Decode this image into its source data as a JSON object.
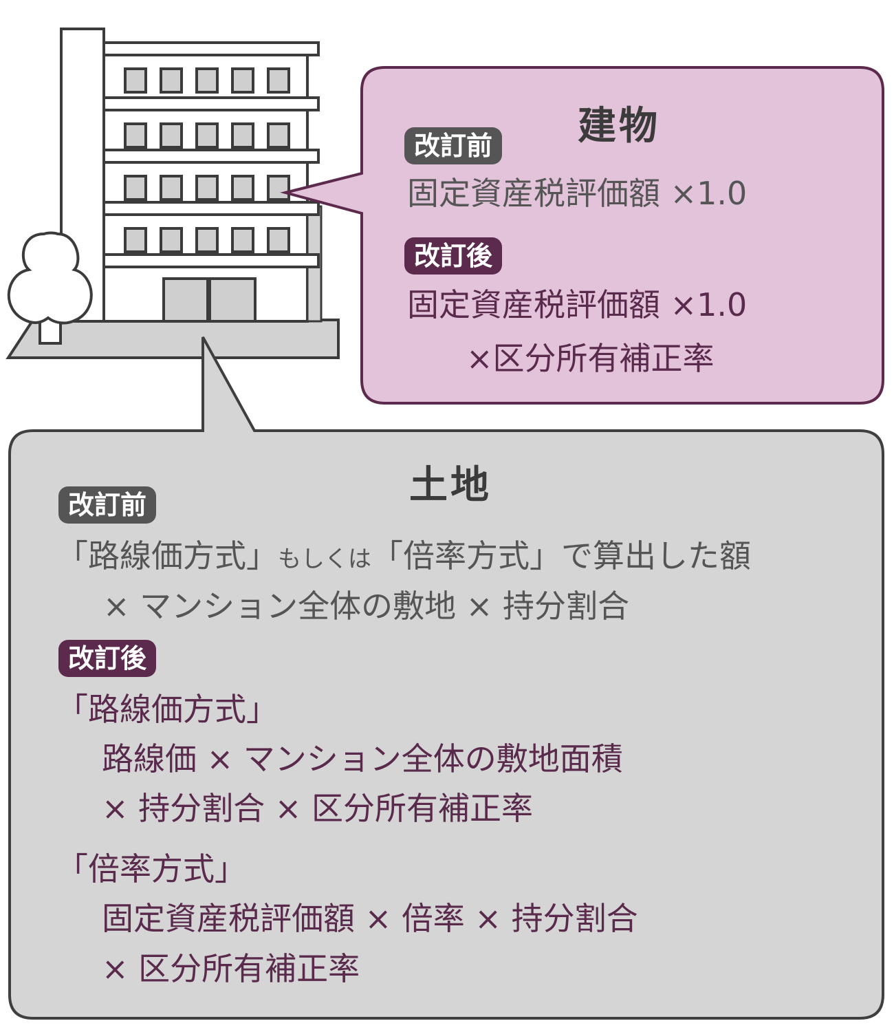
{
  "building": {
    "title": "建物",
    "before": {
      "badge": "改訂前",
      "formula": "固定資産税評価額 ×1.0"
    },
    "after": {
      "badge": "改訂後",
      "formula_line1": "固定資産税評価額 ×1.0",
      "formula_line2": "×区分所有補正率"
    }
  },
  "land": {
    "title": "土地",
    "before": {
      "badge": "改訂前",
      "line1_a": "「路線価方式」",
      "line1_b": "もしくは",
      "line1_c": "「倍率方式」で算出した額",
      "line2": "× マンション全体の敷地 × 持分割合"
    },
    "after": {
      "badge": "改訂後",
      "rosenka_heading": "「路線価方式」",
      "rosenka_line1": "路線価 × マンション全体の敷地面積",
      "rosenka_line2": "× 持分割合 × 区分所有補正率",
      "bairitsu_heading": "「倍率方式」",
      "bairitsu_line1": "固定資産税評価額 × 倍率 × 持分割合",
      "bairitsu_line2": "× 区分所有補正率"
    }
  },
  "colors": {
    "building_card_fill": "#e3c3da",
    "building_card_border": "#5b2a4c",
    "land_card_fill": "#d5d5d5",
    "land_card_border": "#3f3f3f",
    "badge_before": "#555555",
    "badge_after": "#5b2a4c",
    "text_plum": "#5a2a4c",
    "text_gray": "#555555"
  }
}
